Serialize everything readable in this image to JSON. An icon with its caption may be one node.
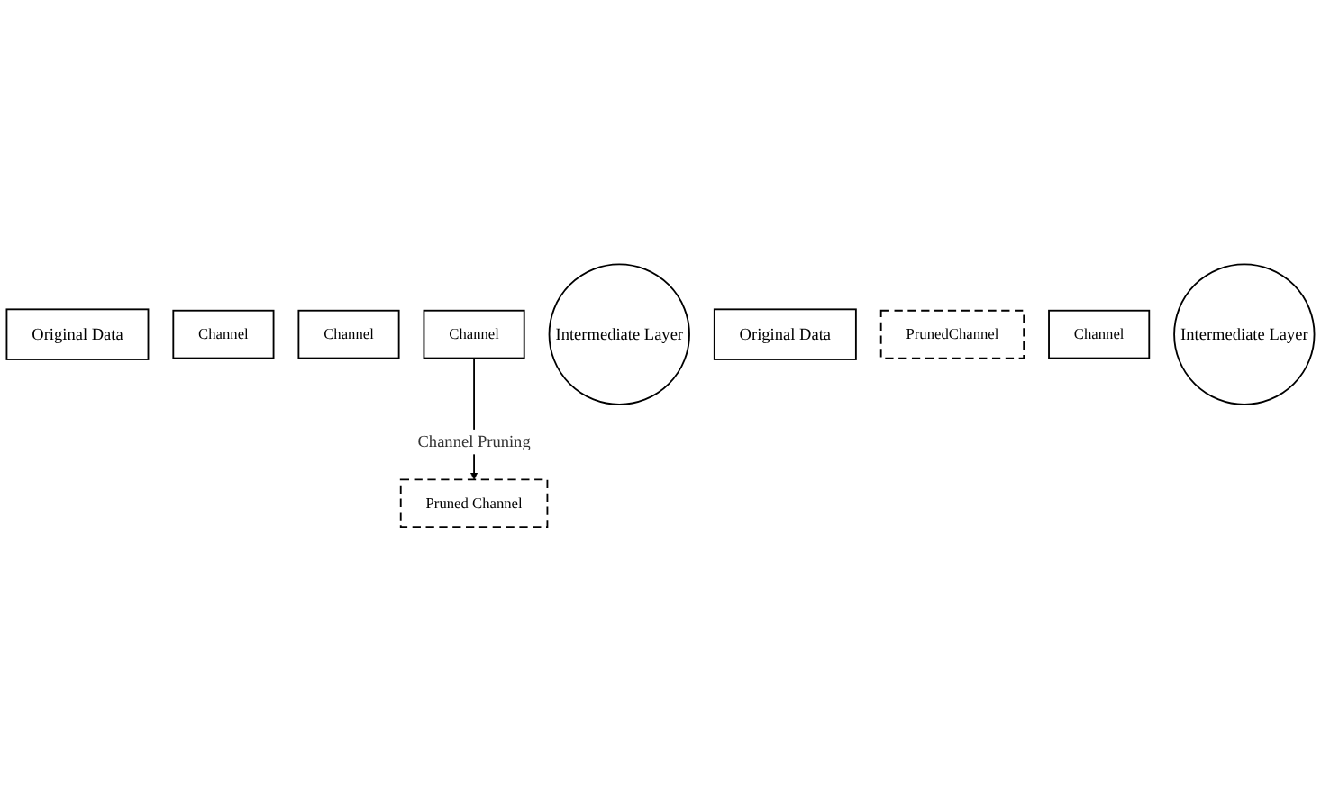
{
  "diagram": {
    "nodes": [
      {
        "text": [
          "Original Data"
        ]
      },
      {
        "text": [
          "Channel"
        ]
      },
      {
        "text": [
          "Channel"
        ]
      },
      {
        "text": [
          "Channel"
        ]
      },
      {
        "text": [
          "Intermediate Layer"
        ]
      },
      {
        "text": [
          "Original Data"
        ]
      },
      {
        "text": [
          "Pruned Channel"
        ]
      },
      {
        "text": [
          "PrunedChannel"
        ]
      },
      {
        "text": [
          "Channel"
        ]
      },
      {
        "text": [
          "Intermediate Layer"
        ]
      }
    ],
    "edges": [
      {
        "from": 3,
        "to": 6,
        "arrow": "to",
        "label": "Channel Pruning"
      }
    ]
  }
}
